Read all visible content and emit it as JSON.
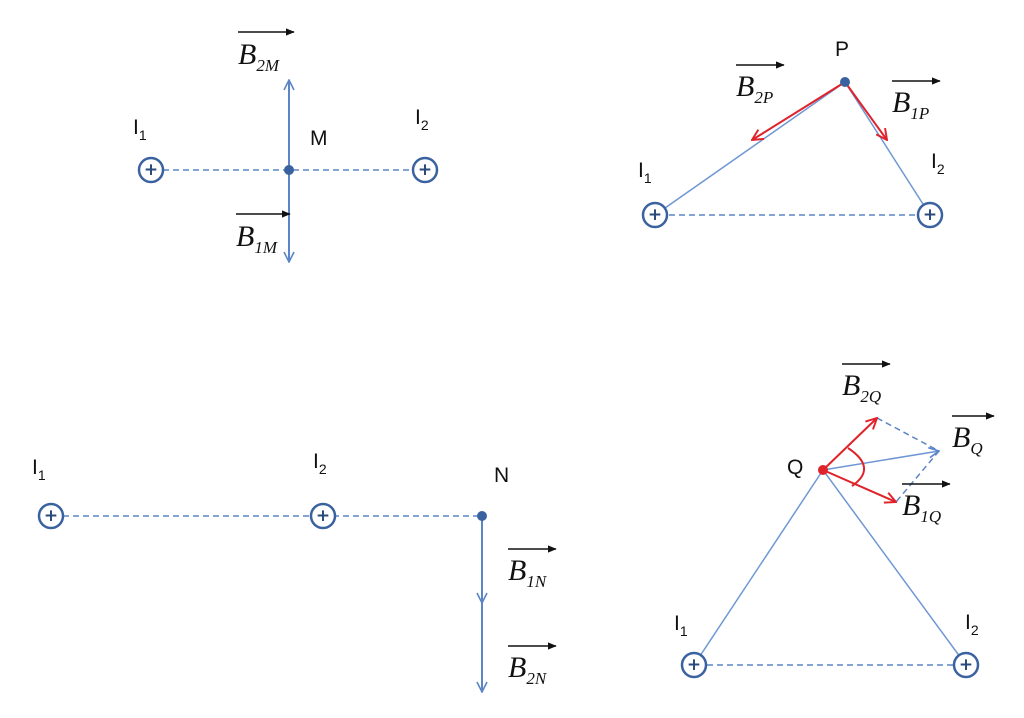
{
  "colors": {
    "field_line": "#5b85c6",
    "vector_red": "#e0222a",
    "wire": "#3b62a0"
  },
  "wire_symbol": "+",
  "panel_m": {
    "label_i1": {
      "base": "I",
      "sub": "1"
    },
    "label_i2": {
      "base": "I",
      "sub": "2"
    },
    "point": "M",
    "b2m": {
      "base": "B",
      "sub": "2M"
    },
    "b1m": {
      "base": "B",
      "sub": "1M"
    }
  },
  "panel_p": {
    "point": "P",
    "label_i1": {
      "base": "I",
      "sub": "1"
    },
    "label_i2": {
      "base": "I",
      "sub": "2"
    },
    "b2p": {
      "base": "B",
      "sub": "2P"
    },
    "b1p": {
      "base": "B",
      "sub": "1P"
    }
  },
  "panel_n": {
    "label_i1": {
      "base": "I",
      "sub": "1"
    },
    "label_i2": {
      "base": "I",
      "sub": "2"
    },
    "point": "N",
    "b1n": {
      "base": "B",
      "sub": "1N"
    },
    "b2n": {
      "base": "B",
      "sub": "2N"
    }
  },
  "panel_q": {
    "point": "Q",
    "label_i1": {
      "base": "I",
      "sub": "1"
    },
    "label_i2": {
      "base": "I",
      "sub": "2"
    },
    "b2q": {
      "base": "B",
      "sub": "2Q"
    },
    "bq": {
      "base": "B",
      "sub": "Q"
    },
    "b1q": {
      "base": "B",
      "sub": "1Q"
    }
  }
}
